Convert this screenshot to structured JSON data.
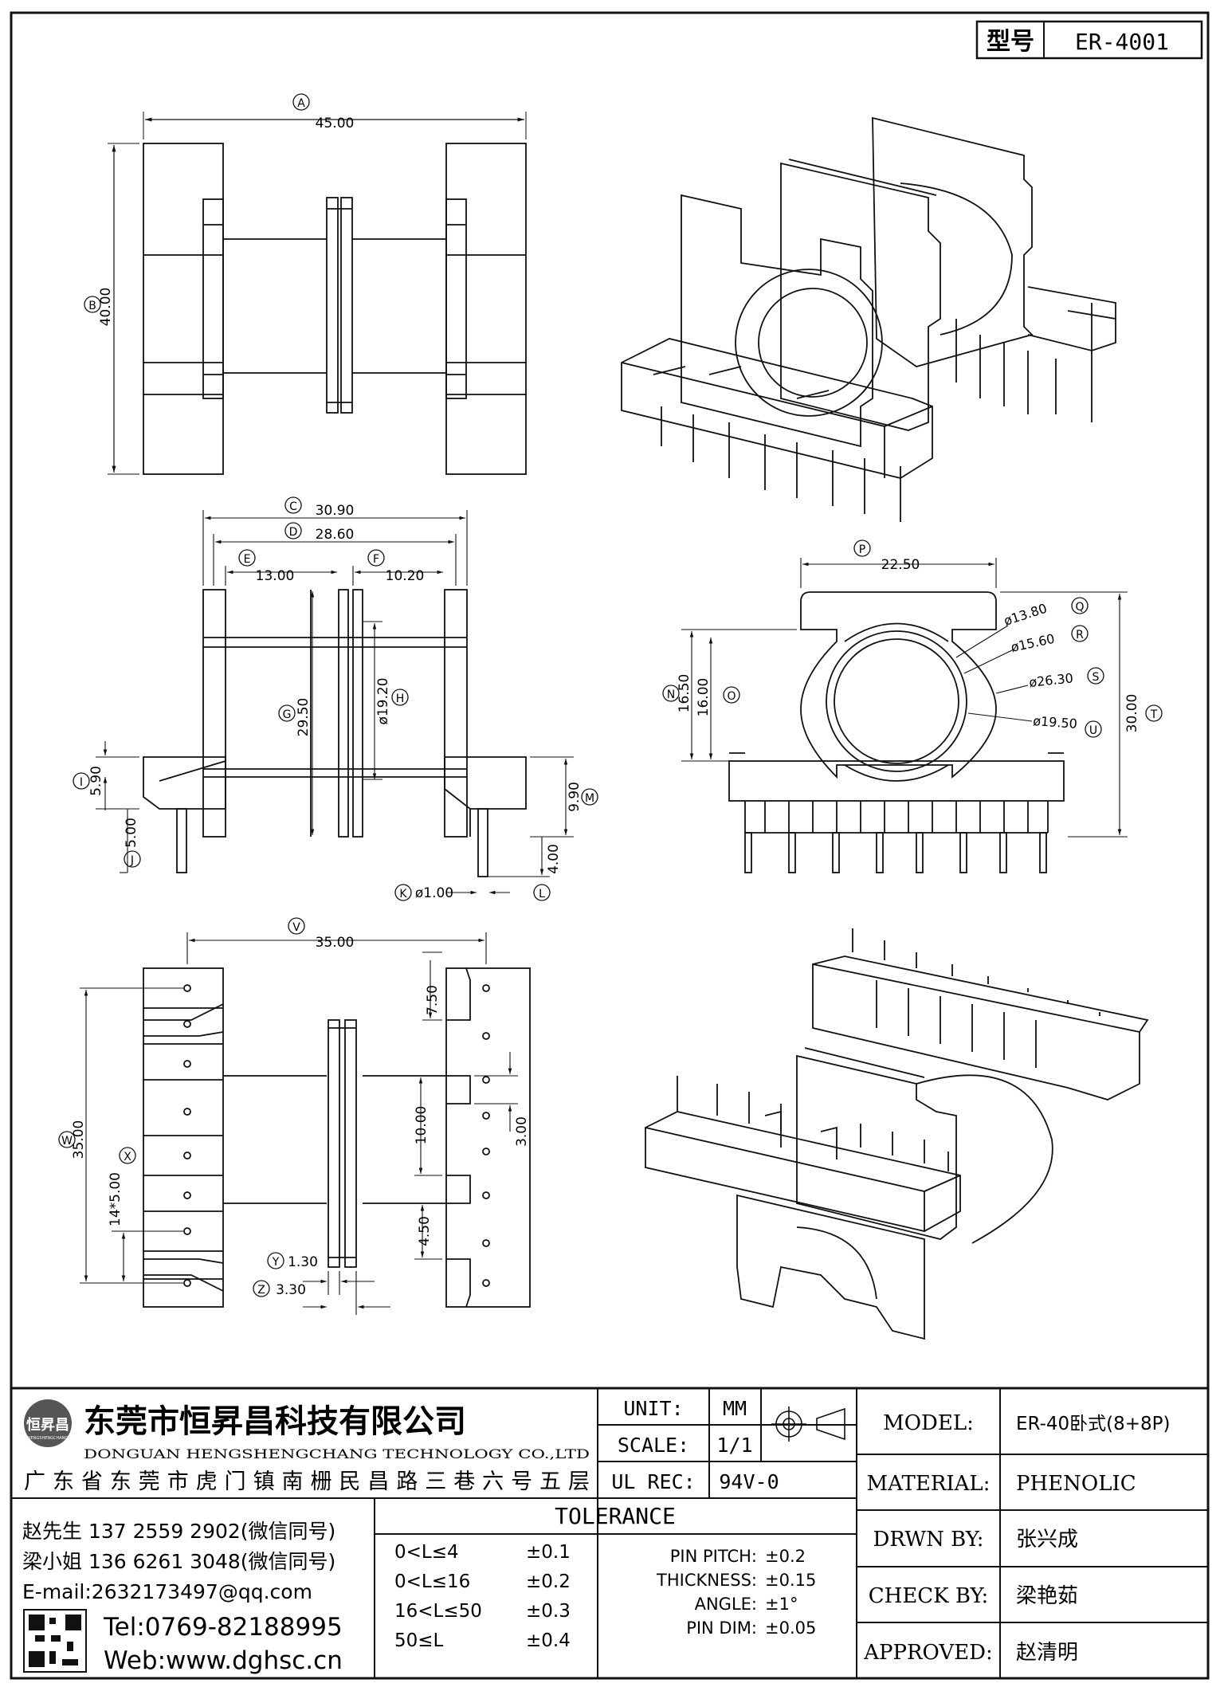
{
  "part_number": {
    "label": "型号",
    "value": "ER-4001"
  },
  "views": {
    "top": {
      "dims": [
        {
          "id": "A",
          "value": "45.00"
        },
        {
          "id": "B",
          "value": "40.00"
        }
      ]
    },
    "front": {
      "dims": [
        {
          "id": "C",
          "value": "30.90"
        },
        {
          "id": "D",
          "value": "28.60"
        },
        {
          "id": "E",
          "value": "13.00"
        },
        {
          "id": "F",
          "value": "10.20"
        },
        {
          "id": "G",
          "value": "29.50"
        },
        {
          "id": "H",
          "value": "ø19.20"
        },
        {
          "id": "I",
          "value": "5.90"
        },
        {
          "id": "J",
          "value": "5.00"
        },
        {
          "id": "K",
          "value": "ø1.00"
        },
        {
          "id": "L",
          "value": "4.00"
        },
        {
          "id": "M",
          "value": "9.90"
        }
      ]
    },
    "side": {
      "dims": [
        {
          "id": "P",
          "value": "22.50"
        },
        {
          "id": "Q",
          "value": "ø13.80"
        },
        {
          "id": "R",
          "value": "ø15.60"
        },
        {
          "id": "S",
          "value": "ø26.30"
        },
        {
          "id": "U",
          "value": "ø19.50"
        },
        {
          "id": "T",
          "value": "30.00"
        },
        {
          "id": "N",
          "value": "16.50"
        },
        {
          "id": "O",
          "value": "16.00"
        }
      ]
    },
    "bottom": {
      "dims": [
        {
          "id": "V",
          "value": "35.00"
        },
        {
          "id": "W",
          "value": "35.00"
        },
        {
          "id": "X",
          "value": "14*5.00"
        },
        {
          "id": "Y",
          "value": "1.30"
        },
        {
          "id": "Z",
          "value": "3.30"
        },
        {
          "id": "",
          "value": "7.50"
        },
        {
          "id": "",
          "value": "10.00"
        },
        {
          "id": "",
          "value": "3.00"
        },
        {
          "id": "",
          "value": "4.50"
        }
      ]
    }
  },
  "company": {
    "name_cn": "东莞市恒昇昌科技有限公司",
    "name_en": "DONGUAN HENGSHENGCHANG TECHNOLOGY CO.,LTD",
    "logo_text": "恒昇昌",
    "logo_sub": "HENGSHENGCHANG",
    "address": "广东省东莞市虎门镇南栅民昌路三巷六号五层",
    "contacts": [
      "赵先生 137 2559 2902(微信同号)",
      "梁小姐 136 6261 3048(微信同号)",
      "E-mail:2632173497@qq.com"
    ],
    "tel": "Tel:0769-82188995",
    "web": "Web:www.dghsc.cn"
  },
  "title_block": {
    "unit_label": "UNIT:",
    "unit_value": "MM",
    "scale_label": "SCALE:",
    "scale_value": "1/1",
    "ulrec_label": "UL REC:",
    "ulrec_value": "94V-0",
    "model_label": "MODEL:",
    "model_value": "ER-40卧式(8+8P)",
    "material_label": "MATERIAL:",
    "material_value": "PHENOLIC",
    "drawn_label": "DRWN BY:",
    "drawn_value": "张兴成",
    "check_label": "CHECK BY:",
    "check_value": "梁艳茹",
    "approved_label": "APPROVED:",
    "approved_value": "赵清明"
  },
  "tolerance": {
    "title": "TOLERANCE",
    "rows": [
      {
        "range": "0<L≤4",
        "tol": "±0.1"
      },
      {
        "range": "0<L≤16",
        "tol": "±0.2"
      },
      {
        "range": "16<L≤50",
        "tol": "±0.3"
      },
      {
        "range": "50≤L",
        "tol": "±0.4"
      }
    ],
    "extra": [
      {
        "label": "PIN PITCH:",
        "tol": "±0.2"
      },
      {
        "label": "THICKNESS:",
        "tol": "±0.15"
      },
      {
        "label": "ANGLE:",
        "tol": "±1°"
      },
      {
        "label": "PIN DIM:",
        "tol": "±0.05"
      }
    ]
  }
}
